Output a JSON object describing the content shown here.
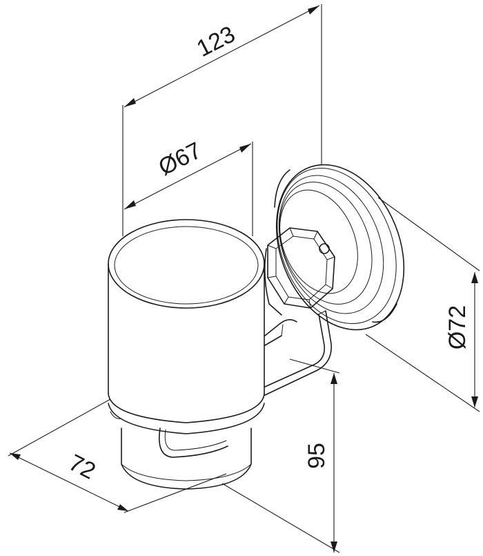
{
  "dimensions": {
    "overall_depth": "123",
    "cup_diameter": "Ø67",
    "base_diameter": "Ø72",
    "height": "95",
    "width": "72"
  },
  "colors": {
    "line": "#1a1a1a",
    "background": "#ffffff"
  }
}
